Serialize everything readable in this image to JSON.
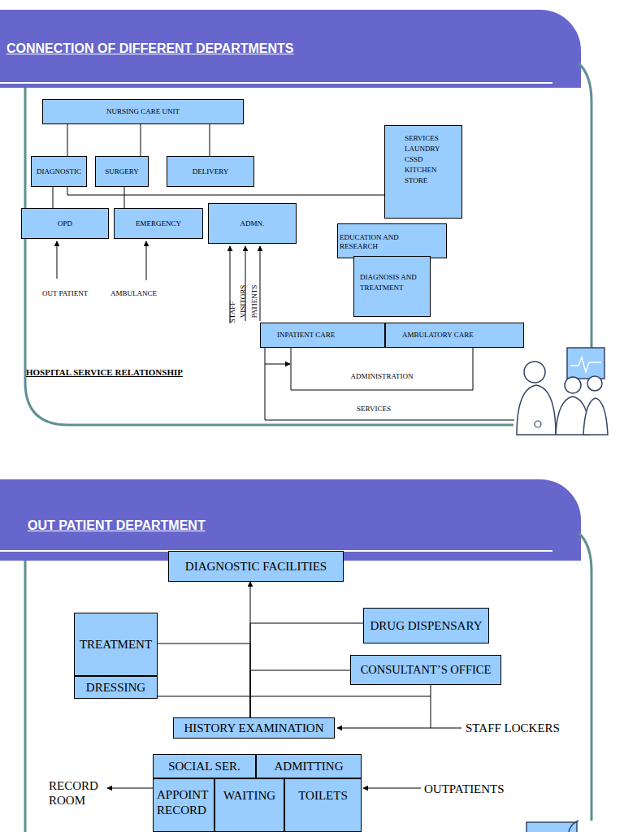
{
  "diagram": {
    "title": "CONNECTION OF DIFFERENT DEPARTMENTS",
    "nodes": [
      {
        "text": [
          "NURSING CARE UNIT"
        ]
      },
      {
        "text": [
          "DIAGNOSTIC"
        ]
      },
      {
        "text": [
          "SURGERY"
        ]
      },
      {
        "text": [
          "DELIVERY"
        ]
      },
      {
        "text": [
          "SERVICES LAUNDRY CSSD KITCHEN STORE"
        ]
      },
      {
        "text": [
          "OPD"
        ]
      },
      {
        "text": [
          "EMERGENCY"
        ]
      },
      {
        "text": [
          "ADMN."
        ]
      },
      {
        "text": [
          "EDUCATION AND RESEARCH"
        ]
      },
      {
        "text": [
          "DIAGNOSIS AND TREATMENT"
        ]
      },
      {
        "text": [
          "INPATIENT CARE"
        ]
      },
      {
        "text": [
          "AMBULATORY CARE"
        ]
      },
      {
        "text": [
          "DIAGNOSTIC FACILITIES"
        ]
      },
      {
        "text": [
          "TREATMENT"
        ]
      },
      {
        "text": [
          "DRESSING"
        ]
      },
      {
        "text": [
          "DRUG DISPENSARY"
        ]
      },
      {
        "text": [
          "CONSULTANT’S OFFICE"
        ]
      },
      {
        "text": [
          "HISTORY EXAMINATION"
        ]
      },
      {
        "text": [
          "SOCIAL SER."
        ]
      },
      {
        "text": [
          "ADMITTING"
        ]
      },
      {
        "text": [
          "APPOINT RECORD"
        ]
      },
      {
        "text": [
          "WAITING"
        ]
      },
      {
        "text": [
          "TOILETS"
        ]
      }
    ],
    "edges": [
      {
        "from": 0,
        "to": 1,
        "arrow": "none"
      },
      {
        "from": 0,
        "to": 2,
        "arrow": "none"
      },
      {
        "from": 0,
        "to": 3,
        "arrow": "none"
      },
      {
        "from": 1,
        "to": 5,
        "arrow": "none"
      },
      {
        "from": 2,
        "to": 6,
        "arrow": "none"
      },
      {
        "from": 1,
        "to": 4,
        "arrow": "none"
      },
      {
        "from": 10,
        "to": 11,
        "label": "ADMINISTRATION",
        "arrow": "none"
      },
      {
        "from": 17,
        "to": 12,
        "arrow": "to"
      },
      {
        "from": 17,
        "to": 13,
        "arrow": "none"
      },
      {
        "from": 17,
        "to": 15,
        "arrow": "none"
      },
      {
        "from": 17,
        "to": 16,
        "arrow": "none"
      },
      {
        "from": 14,
        "to": 16,
        "arrow": "none"
      }
    ],
    "labels": [
      "HOSPITAL SERVICE RELATIONSHIP",
      "OUT PATIENT",
      "AMBULANCE",
      "STAFF",
      "VISITORS",
      "PATIENTS",
      "SERVICES",
      "OUT PATIENT DEPARTMENT",
      "STAFF LOCKERS",
      "OUTPATIENTS",
      "RECORD ROOM"
    ]
  }
}
